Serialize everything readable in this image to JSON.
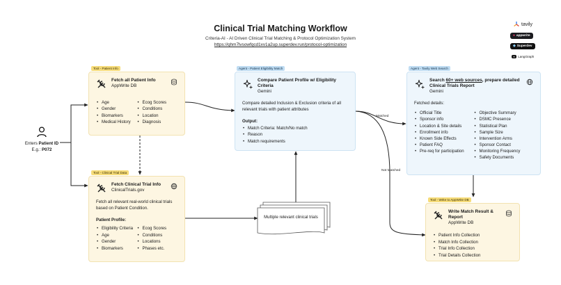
{
  "header": {
    "title": "Clinical Trial Matching Workflow",
    "subtitle": "Criteria-AI - AI Driven Clinical Trial Matching & Protocol Optimization System",
    "url": "https://qhm7lvsowfqcd1xv1a2up.superdev.run/protocol-optimization"
  },
  "logos": {
    "tavily": "tavily",
    "appwrite": "appwrite",
    "superdev": "Superdev",
    "langgraph": "LangGraph"
  },
  "patient": {
    "prefix": "Enters",
    "label": "Patient ID",
    "example_prefix": "E.g.:",
    "example_value": "P072"
  },
  "box_patient": {
    "tag": "Tool - Patient Info",
    "title": "Fetch all Patient Info",
    "subtitle": "AppWrite DB",
    "col1": [
      "Age",
      "Gender",
      "Biomarkers",
      "Medical History"
    ],
    "col2": [
      "Ecog Scores",
      "Conditions",
      "Location",
      "Diagnosis"
    ]
  },
  "box_trial": {
    "tag": "Tool - Clinical Trial Data",
    "title": "Fetch Clinical Trial Info",
    "subtitle": "ClinicalTrials.gov",
    "desc": "Fetch all relevant real-world clinical trials based on Patient Condition.",
    "profile_label": "Patient Profile:",
    "col1": [
      "Eligibility Criteria",
      "Age",
      "Gender",
      "Biomarkers"
    ],
    "col2": [
      "Ecog Scores",
      "Conditions",
      "Locations",
      "Phases etc."
    ]
  },
  "box_match": {
    "tag": "Agent - Patient Eligibility Match",
    "title": "Compare Patient Profile w/ Eligibility Criteria",
    "subtitle": "Gemini",
    "desc": "Compare detailed Inclusion & Exclusion criteria of all relevant trials with patient attributes",
    "output_label": "Output:",
    "outputs": [
      "Match Criteria: Match/No match",
      "Reason",
      "Match requirements"
    ]
  },
  "box_search": {
    "tag": "Agent - Tavily Web Search",
    "title_prefix": "Search ",
    "title_highlight": "60+ web sources",
    "title_suffix": ", prepare detailed Clinical Trials Report",
    "subtitle": "Gemini",
    "fetched_label": "Fetched details:",
    "col1": [
      "Official Title",
      "Sponsor info",
      "Location & Site details",
      "Enrollment info",
      "Known Side Effects",
      "Patient FAQ",
      "Pre-req for participation"
    ],
    "col2": [
      "Objective Summary",
      "DSMC Presence",
      "Statistical Plan",
      "Sample Size",
      "Intervention Arms",
      "Sponsor Contact",
      "Monitoring Frequency",
      "Safety Documents"
    ]
  },
  "box_write": {
    "tag": "Tool - Write to AppWrite DB",
    "title": "Write Match Result & Report",
    "subtitle": "AppWrite DB",
    "items": [
      "Patient Info Collection",
      "Match Info Collection",
      "Trial Info Collection",
      "Trial Details Collection"
    ]
  },
  "stack": {
    "label": "Multiple relevant clinical trials"
  },
  "edges": {
    "matched": "Matched",
    "not_matched": "Not Matched"
  },
  "colors": {
    "accent": "#e05a00",
    "yellow_box": "#fdf6e2",
    "blue_box": "#eef6fc"
  }
}
